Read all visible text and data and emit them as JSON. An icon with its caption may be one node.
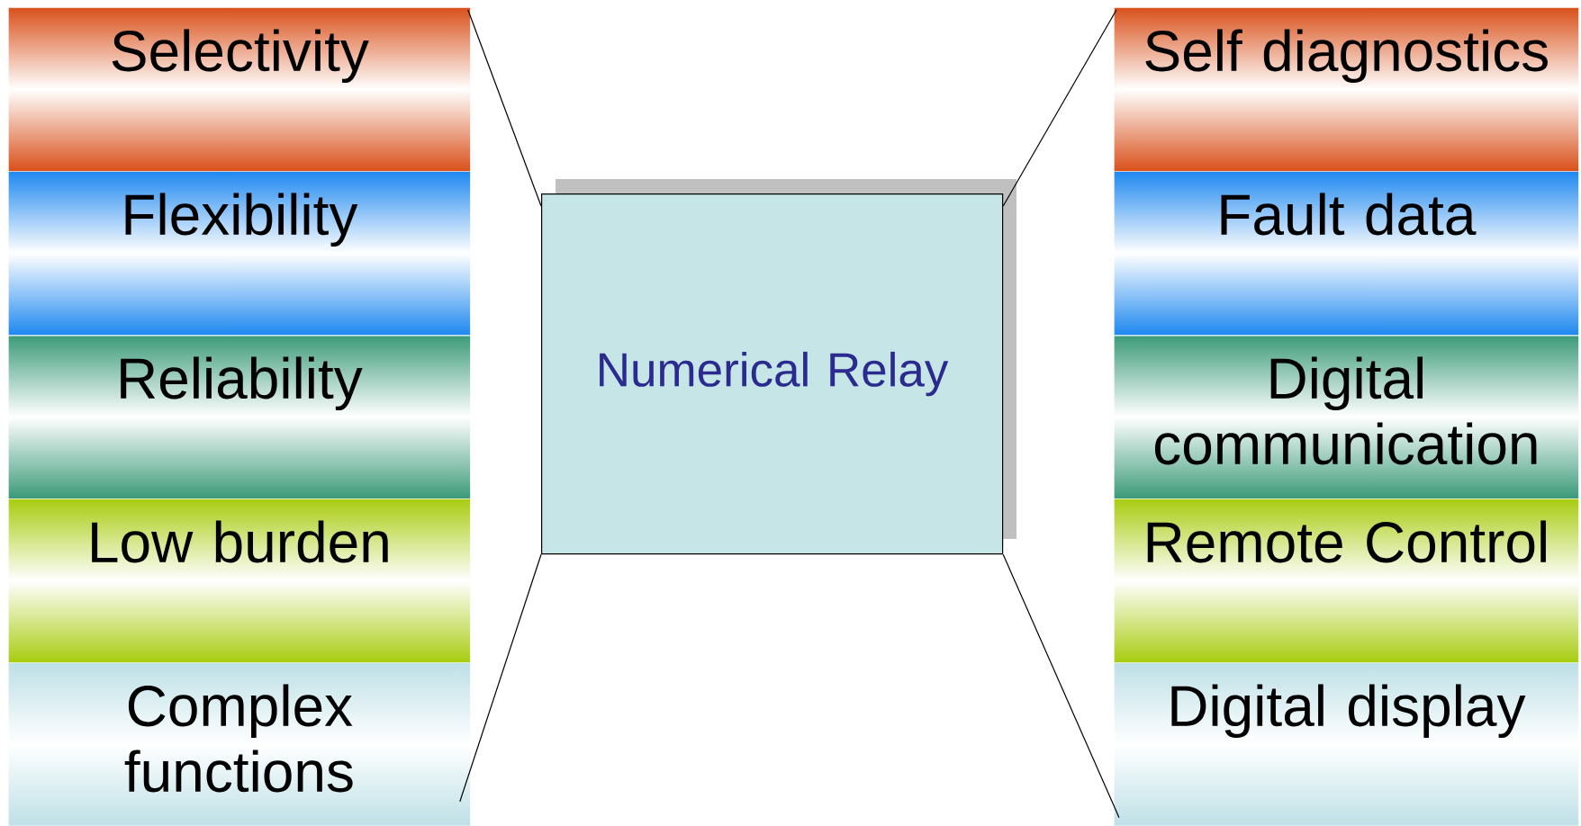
{
  "diagram": {
    "nodes": [
      {
        "text": [
          "Selectivity"
        ]
      },
      {
        "text": [
          "Flexibility"
        ]
      },
      {
        "text": [
          "Reliability"
        ]
      },
      {
        "text": [
          "Low burden"
        ]
      },
      {
        "text": [
          "Complex functions"
        ]
      },
      {
        "text": [
          "Numerical Relay"
        ]
      },
      {
        "text": [
          "Self diagnostics"
        ]
      },
      {
        "text": [
          "Fault data"
        ]
      },
      {
        "text": [
          "Digital communication"
        ]
      },
      {
        "text": [
          "Remote Control"
        ]
      },
      {
        "text": [
          "Digital display"
        ]
      }
    ],
    "edges": [
      {
        "from": 5,
        "to": 0,
        "arrow": "none"
      },
      {
        "from": 5,
        "to": 4,
        "arrow": "none"
      },
      {
        "from": 5,
        "to": 6,
        "arrow": "none"
      },
      {
        "from": 5,
        "to": 10,
        "arrow": "none"
      }
    ]
  }
}
